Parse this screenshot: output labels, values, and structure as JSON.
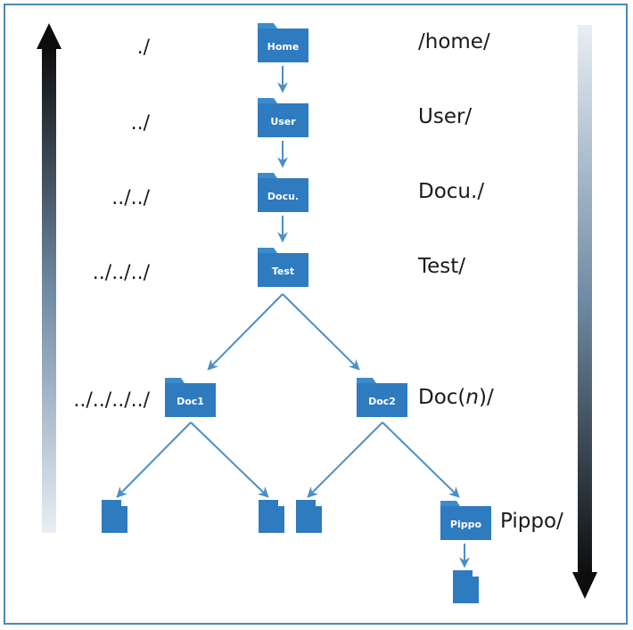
{
  "colors": {
    "folder": "#2e7bbf",
    "folder_tab": "#3a8ccc",
    "arrow": "#4b8fc7",
    "frame": "#4a8ab6",
    "text": "#1a1a1a"
  },
  "relative_labels": [
    "./",
    "../",
    "../../",
    "../../../",
    "../../../../"
  ],
  "directory_labels": {
    "home": "/home/",
    "user": "User/",
    "docu": "Docu./",
    "test": "Test/",
    "docn_prefix": "Doc(",
    "docn_var": "n",
    "docn_suffix": ")/",
    "pippo": "Pippo/"
  },
  "folders": {
    "home": "Home",
    "user": "User",
    "docu": "Docu.",
    "test": "Test",
    "doc1": "Doc1",
    "doc2": "Doc2",
    "pippo": "Pippo"
  },
  "icons": {
    "up_gradient_arrow": "up-arrow-icon",
    "down_gradient_arrow": "down-arrow-icon",
    "folder": "folder-icon",
    "file": "file-icon"
  }
}
